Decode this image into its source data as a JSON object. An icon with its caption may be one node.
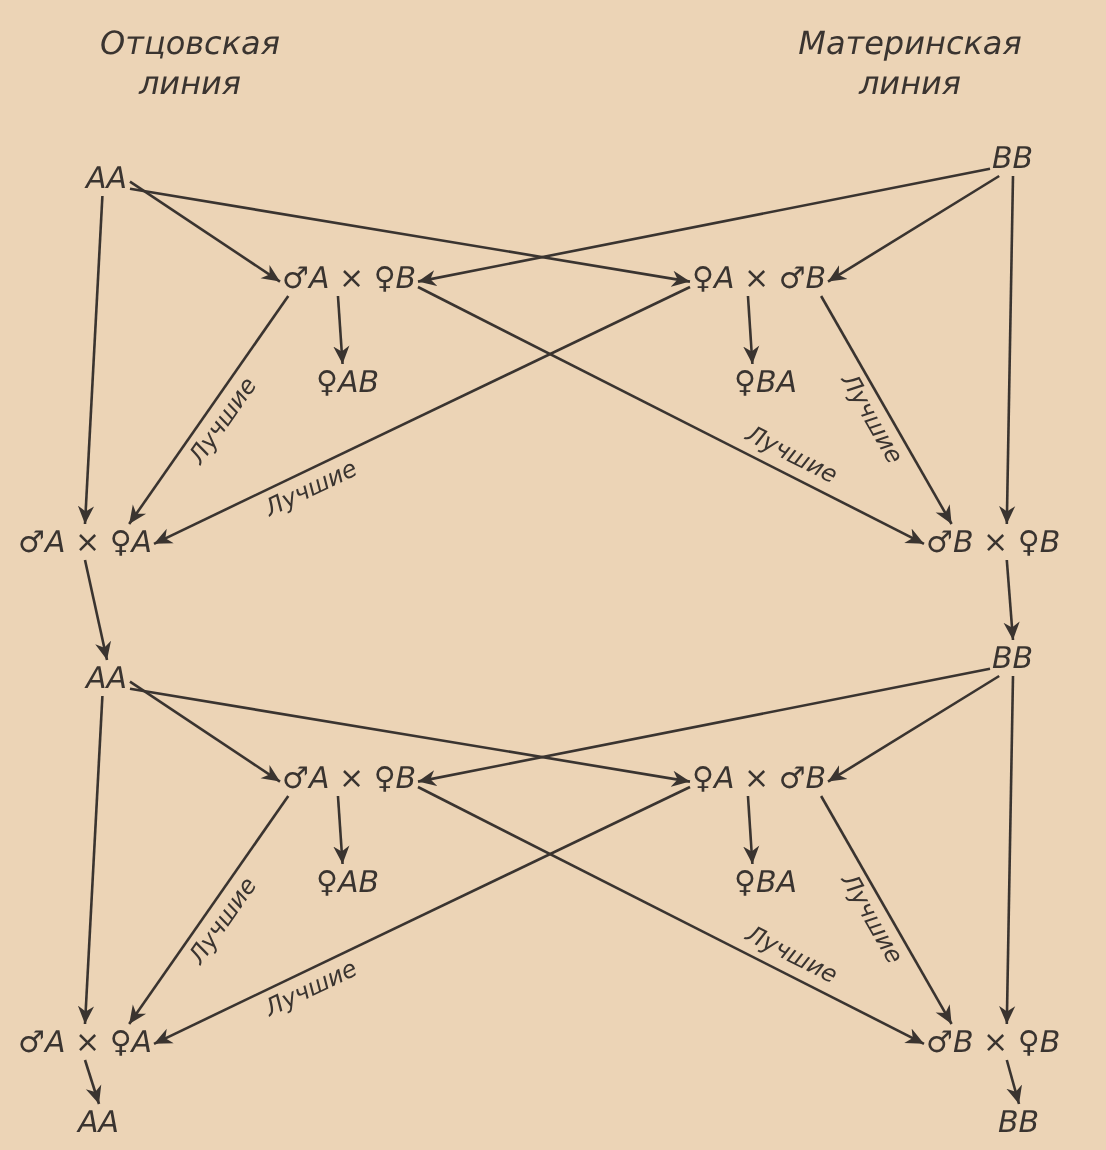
{
  "diagram": {
    "nodes": [
      {
        "text": [
          "AA"
        ]
      },
      {
        "text": [
          "BB"
        ]
      },
      {
        "text": [
          "♂A × ♀B"
        ]
      },
      {
        "text": [
          "♀A × ♂B"
        ]
      },
      {
        "text": [
          "♀AB"
        ]
      },
      {
        "text": [
          "♀BA"
        ]
      },
      {
        "text": [
          "♂A × ♀A"
        ]
      },
      {
        "text": [
          "♂B × ♀B"
        ]
      },
      {
        "text": [
          "AA"
        ]
      },
      {
        "text": [
          "BB"
        ]
      },
      {
        "text": [
          "♂A × ♀B"
        ]
      },
      {
        "text": [
          "♀A × ♂B"
        ]
      },
      {
        "text": [
          "♀AB"
        ]
      },
      {
        "text": [
          "♀BA"
        ]
      },
      {
        "text": [
          "♂A × ♀A"
        ]
      },
      {
        "text": [
          "♂B × ♀B"
        ]
      },
      {
        "text": [
          "AA"
        ]
      },
      {
        "text": [
          "BB"
        ]
      }
    ],
    "edges": [
      {
        "from": 0,
        "to": 2,
        "arrow": "to"
      },
      {
        "from": 0,
        "to": 3,
        "arrow": "to"
      },
      {
        "from": 1,
        "to": 2,
        "arrow": "to"
      },
      {
        "from": 1,
        "to": 3,
        "arrow": "to"
      },
      {
        "from": 2,
        "to": 4,
        "arrow": "to"
      },
      {
        "from": 3,
        "to": 5,
        "arrow": "to"
      },
      {
        "from": 0,
        "to": 6,
        "arrow": "to"
      },
      {
        "from": 2,
        "to": 6,
        "arrow": "to",
        "label": "Лучшие"
      },
      {
        "from": 3,
        "to": 6,
        "arrow": "to",
        "label": "Лучшие"
      },
      {
        "from": 2,
        "to": 7,
        "arrow": "to",
        "label": "Лучшие"
      },
      {
        "from": 3,
        "to": 7,
        "arrow": "to",
        "label": "Лучшие"
      },
      {
        "from": 1,
        "to": 7,
        "arrow": "to"
      },
      {
        "from": 6,
        "to": 8,
        "arrow": "to"
      },
      {
        "from": 7,
        "to": 9,
        "arrow": "to"
      },
      {
        "from": 8,
        "to": 10,
        "arrow": "to"
      },
      {
        "from": 8,
        "to": 11,
        "arrow": "to"
      },
      {
        "from": 9,
        "to": 10,
        "arrow": "to"
      },
      {
        "from": 9,
        "to": 11,
        "arrow": "to"
      },
      {
        "from": 10,
        "to": 12,
        "arrow": "to"
      },
      {
        "from": 11,
        "to": 13,
        "arrow": "to"
      },
      {
        "from": 8,
        "to": 14,
        "arrow": "to"
      },
      {
        "from": 10,
        "to": 14,
        "arrow": "to",
        "label": "Лучшие"
      },
      {
        "from": 11,
        "to": 14,
        "arrow": "to",
        "label": "Лучшие"
      },
      {
        "from": 10,
        "to": 15,
        "arrow": "to",
        "label": "Лучшие"
      },
      {
        "from": 11,
        "to": 15,
        "arrow": "to",
        "label": "Лучшие"
      },
      {
        "from": 9,
        "to": 15,
        "arrow": "to"
      },
      {
        "from": 14,
        "to": 16,
        "arrow": "to"
      },
      {
        "from": 15,
        "to": 17,
        "arrow": "to"
      }
    ],
    "labels": [
      "Отцовская линия",
      "Материнская линия"
    ]
  }
}
